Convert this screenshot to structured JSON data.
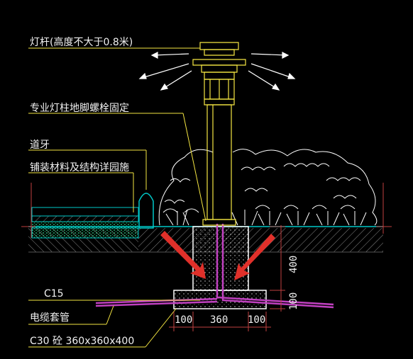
{
  "labels": {
    "lamp_post": "灯杆(高度不大于0.8米)",
    "anchor_bolt": "专业灯柱地脚螺栓固定",
    "curb": "道牙",
    "paving": "铺装材料及结构详园施",
    "c15": "C15",
    "conduit": "电缆套管",
    "c30": "C30  砼 360x360x400"
  },
  "dimensions": {
    "left": "100",
    "middle": "360",
    "right": "100",
    "height": "400",
    "base": "100"
  },
  "colors": {
    "leader": "#f5e642",
    "lamp": "#f5e642",
    "ground": "#00c8c8",
    "plants": "#ffffff",
    "conduit": "#c040c0",
    "arrow": "#e0302a",
    "concrete": "#ffffff"
  }
}
